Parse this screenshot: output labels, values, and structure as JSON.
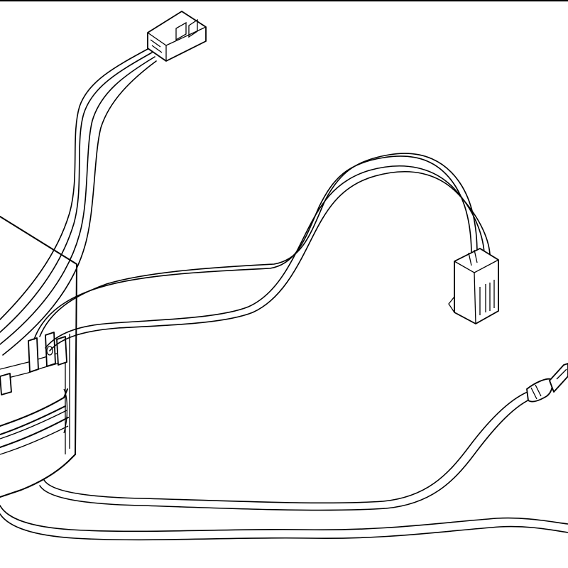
{
  "diagram": {
    "kind": "wiring-harness-line-drawing",
    "line_color": "#000000",
    "background_color": "#ffffff",
    "components": [
      "transformer-body",
      "two-pin-connector-top",
      "two-pin-connector-right",
      "spade-terminal"
    ],
    "wire_groups": 4
  }
}
